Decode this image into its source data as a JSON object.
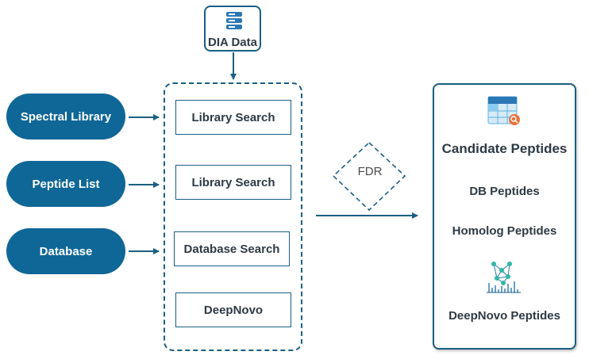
{
  "input": {
    "dia_data": "DIA Data"
  },
  "sources": [
    {
      "label": "Spectral Library"
    },
    {
      "label": "Peptide List"
    },
    {
      "label": "Database"
    }
  ],
  "searches": [
    {
      "label": "Library Search"
    },
    {
      "label": "Library Search"
    },
    {
      "label": "Database Search"
    },
    {
      "label": "DeepNovo"
    }
  ],
  "fdr": {
    "label": "FDR"
  },
  "output": {
    "title": "Candidate Peptides",
    "items": [
      "DB Peptides",
      "Homolog Peptides",
      "DeepNovo Peptides"
    ],
    "icons": [
      "table-search-icon",
      "neural-network-spectrum-icon"
    ]
  },
  "colors": {
    "primary": "#0f6797",
    "border": "#1a5f83",
    "icon_light": "#5fb2e2",
    "icon_dark": "#2a77b5",
    "accent": "#e8713b"
  }
}
